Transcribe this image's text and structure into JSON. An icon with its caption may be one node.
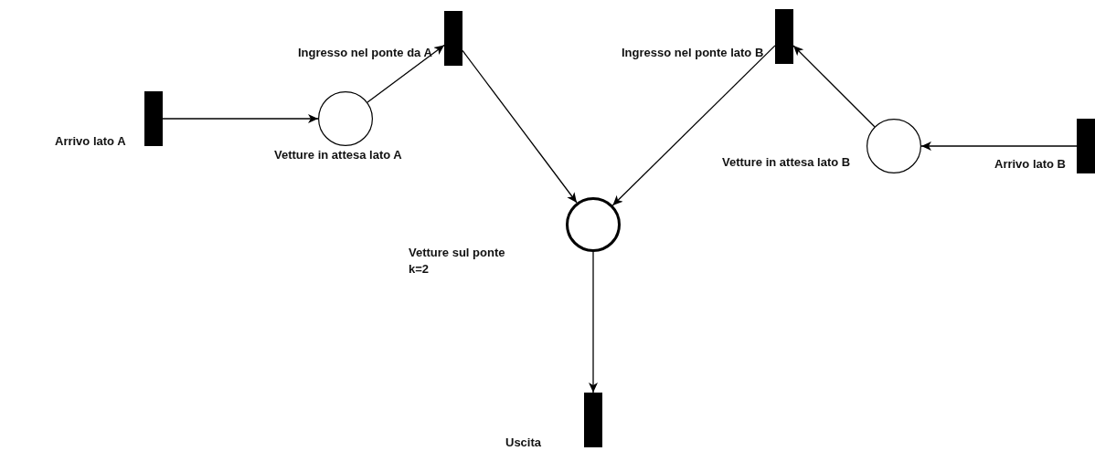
{
  "diagram": {
    "nodes": [
      {
        "text": [],
        "shape": "bar",
        "beside": [
          "Arrivo lato A"
        ]
      },
      {
        "text": [],
        "shape": "circle",
        "beside": [
          "Vetture in attesa lato A"
        ]
      },
      {
        "text": [],
        "shape": "bar",
        "beside": [
          "Ingresso nel ponte da A"
        ]
      },
      {
        "text": [],
        "shape": "bar",
        "beside": [
          "Ingresso nel ponte lato B"
        ]
      },
      {
        "text": [],
        "shape": "circle",
        "beside": [
          "Vetture sul ponte",
          "k=2"
        ]
      },
      {
        "text": [],
        "shape": "circle",
        "beside": [
          "Vetture in attesa lato B"
        ]
      },
      {
        "text": [],
        "shape": "bar",
        "beside": [
          "Arrivo lato B"
        ]
      },
      {
        "text": [],
        "shape": "bar",
        "beside": [
          "Uscita"
        ]
      }
    ],
    "edges": [
      {
        "from": 0,
        "to": 1,
        "arrow": "to"
      },
      {
        "from": 1,
        "to": 2,
        "arrow": "to"
      },
      {
        "from": 2,
        "to": 4,
        "arrow": "to"
      },
      {
        "from": 3,
        "to": 4,
        "arrow": "to"
      },
      {
        "from": 5,
        "to": 3,
        "arrow": "to"
      },
      {
        "from": 6,
        "to": 5,
        "arrow": "to"
      },
      {
        "from": 4,
        "to": 7,
        "arrow": "to"
      }
    ]
  }
}
